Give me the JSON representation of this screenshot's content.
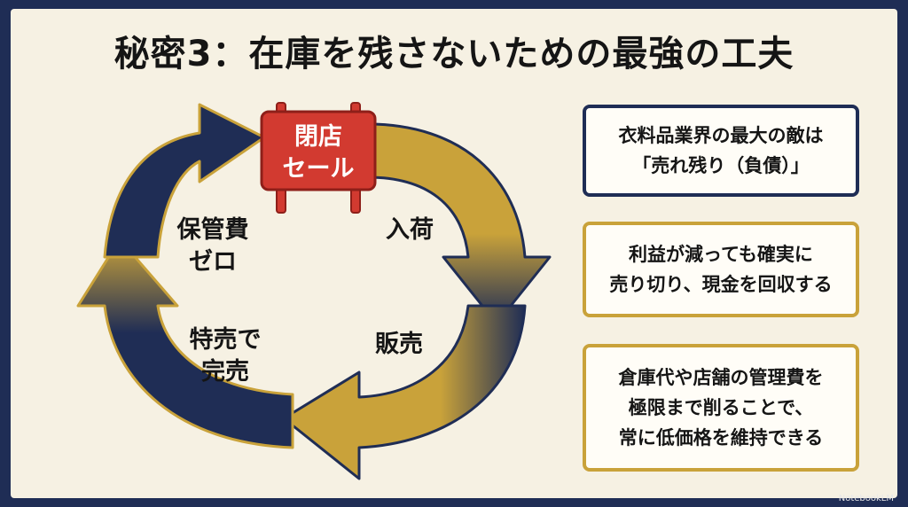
{
  "title": "秘密3：在庫を残さないための最強の工夫",
  "sign": {
    "line1": "閉店",
    "line2": "セール"
  },
  "cycle_labels": {
    "arrival": "入荷",
    "sales": "販売",
    "clearance_line1": "特売で",
    "clearance_line2": "完売",
    "storage_line1": "保管費",
    "storage_line2": "ゼロ"
  },
  "cards": [
    {
      "lines": [
        "衣料品業界の最大の敵は",
        "「売れ残り（負債）」"
      ]
    },
    {
      "lines": [
        "利益が減っても確実に",
        "売り切り、現金を回収する"
      ]
    },
    {
      "lines": [
        "倉庫代や店舗の管理費を",
        "極限まで削ることで、",
        "常に低価格を維持できる"
      ]
    }
  ],
  "watermark": "NotebookLM",
  "colors": {
    "navy": "#1f2d55",
    "gold": "#c9a23a",
    "sign_red": "#d23a30",
    "background": "#f6f1e3"
  }
}
